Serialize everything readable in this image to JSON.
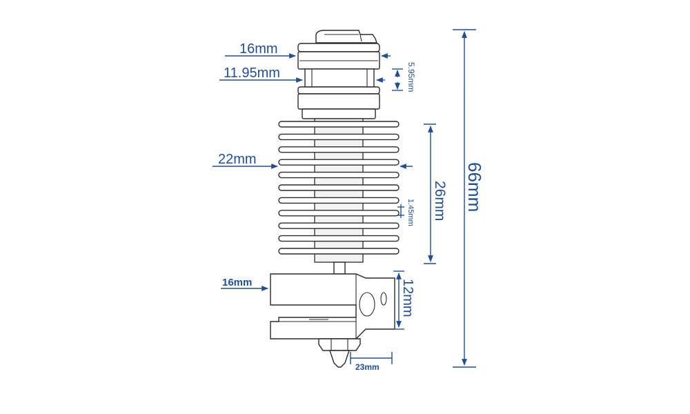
{
  "title": "",
  "colors": {
    "dimension": "#1f4e96",
    "outline": "#2a2a2a",
    "background": "#ffffff"
  },
  "dimensions": {
    "overall_height": "66mm",
    "top_ring_width": "16mm",
    "neck_width": "11.95mm",
    "neck_gap": "5.95mm",
    "fin_width": "22mm",
    "fin_stack_height": "26mm",
    "fin_thickness": "1.45mm",
    "block_width": "16mm",
    "block_height": "12mm",
    "nozzle_width": "23mm"
  }
}
